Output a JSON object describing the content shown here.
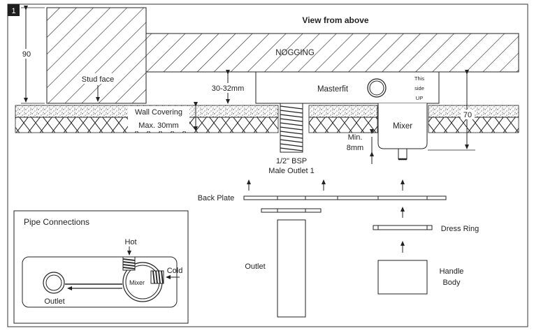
{
  "figure_number": "1",
  "view_title": "View from  above",
  "labels": {
    "nogging": "NOGGING",
    "stud_face": "Stud face",
    "dim_90": "90",
    "dim_30_32": "30-32mm",
    "wall_covering": "Wall Covering",
    "max_30": "Max. 30mm",
    "masterfit": "Masterfit",
    "this": "This",
    "side": "side",
    "up": "UP",
    "dim_70": "70",
    "mixer": "Mixer",
    "min": "Min.",
    "min_8mm": "8mm",
    "bsp": "1/2\" BSP",
    "male_outlet": "Male Outlet 1",
    "back_plate": "Back Plate",
    "dress_ring": "Dress Ring",
    "outlet": "Outlet",
    "handle": "Handle",
    "body": "Body"
  },
  "pipe_connections": {
    "title": "Pipe Connections",
    "hot": "Hot",
    "cold": "Cold",
    "mixer": "Mixer",
    "outlet": "Outlet"
  },
  "colors": {
    "line": "#222222",
    "frame": "#333333"
  }
}
